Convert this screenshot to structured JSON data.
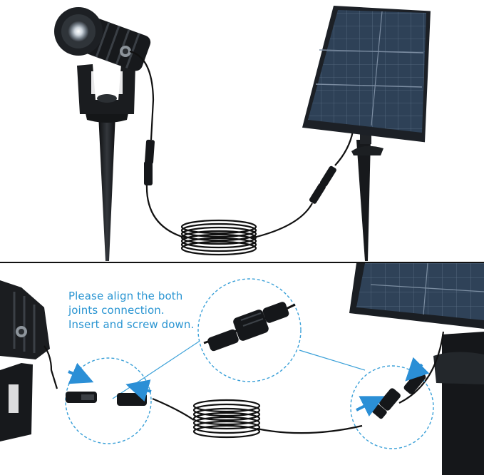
{
  "instruction": {
    "lines": [
      "Please align the both",
      "joints connection.",
      "Insert and screw down."
    ]
  },
  "colors": {
    "instruction_text": "#2a95d2",
    "arrow": "#2b8fd6",
    "dashed_circle": "#3aa0d8",
    "cable": "#111111",
    "solar_cell": "#2c3d52",
    "solar_frame": "#1b1f24"
  },
  "icons": [
    "spotlight-icon",
    "solar-panel-icon",
    "cable-connector-icon",
    "arrow-icon"
  ]
}
